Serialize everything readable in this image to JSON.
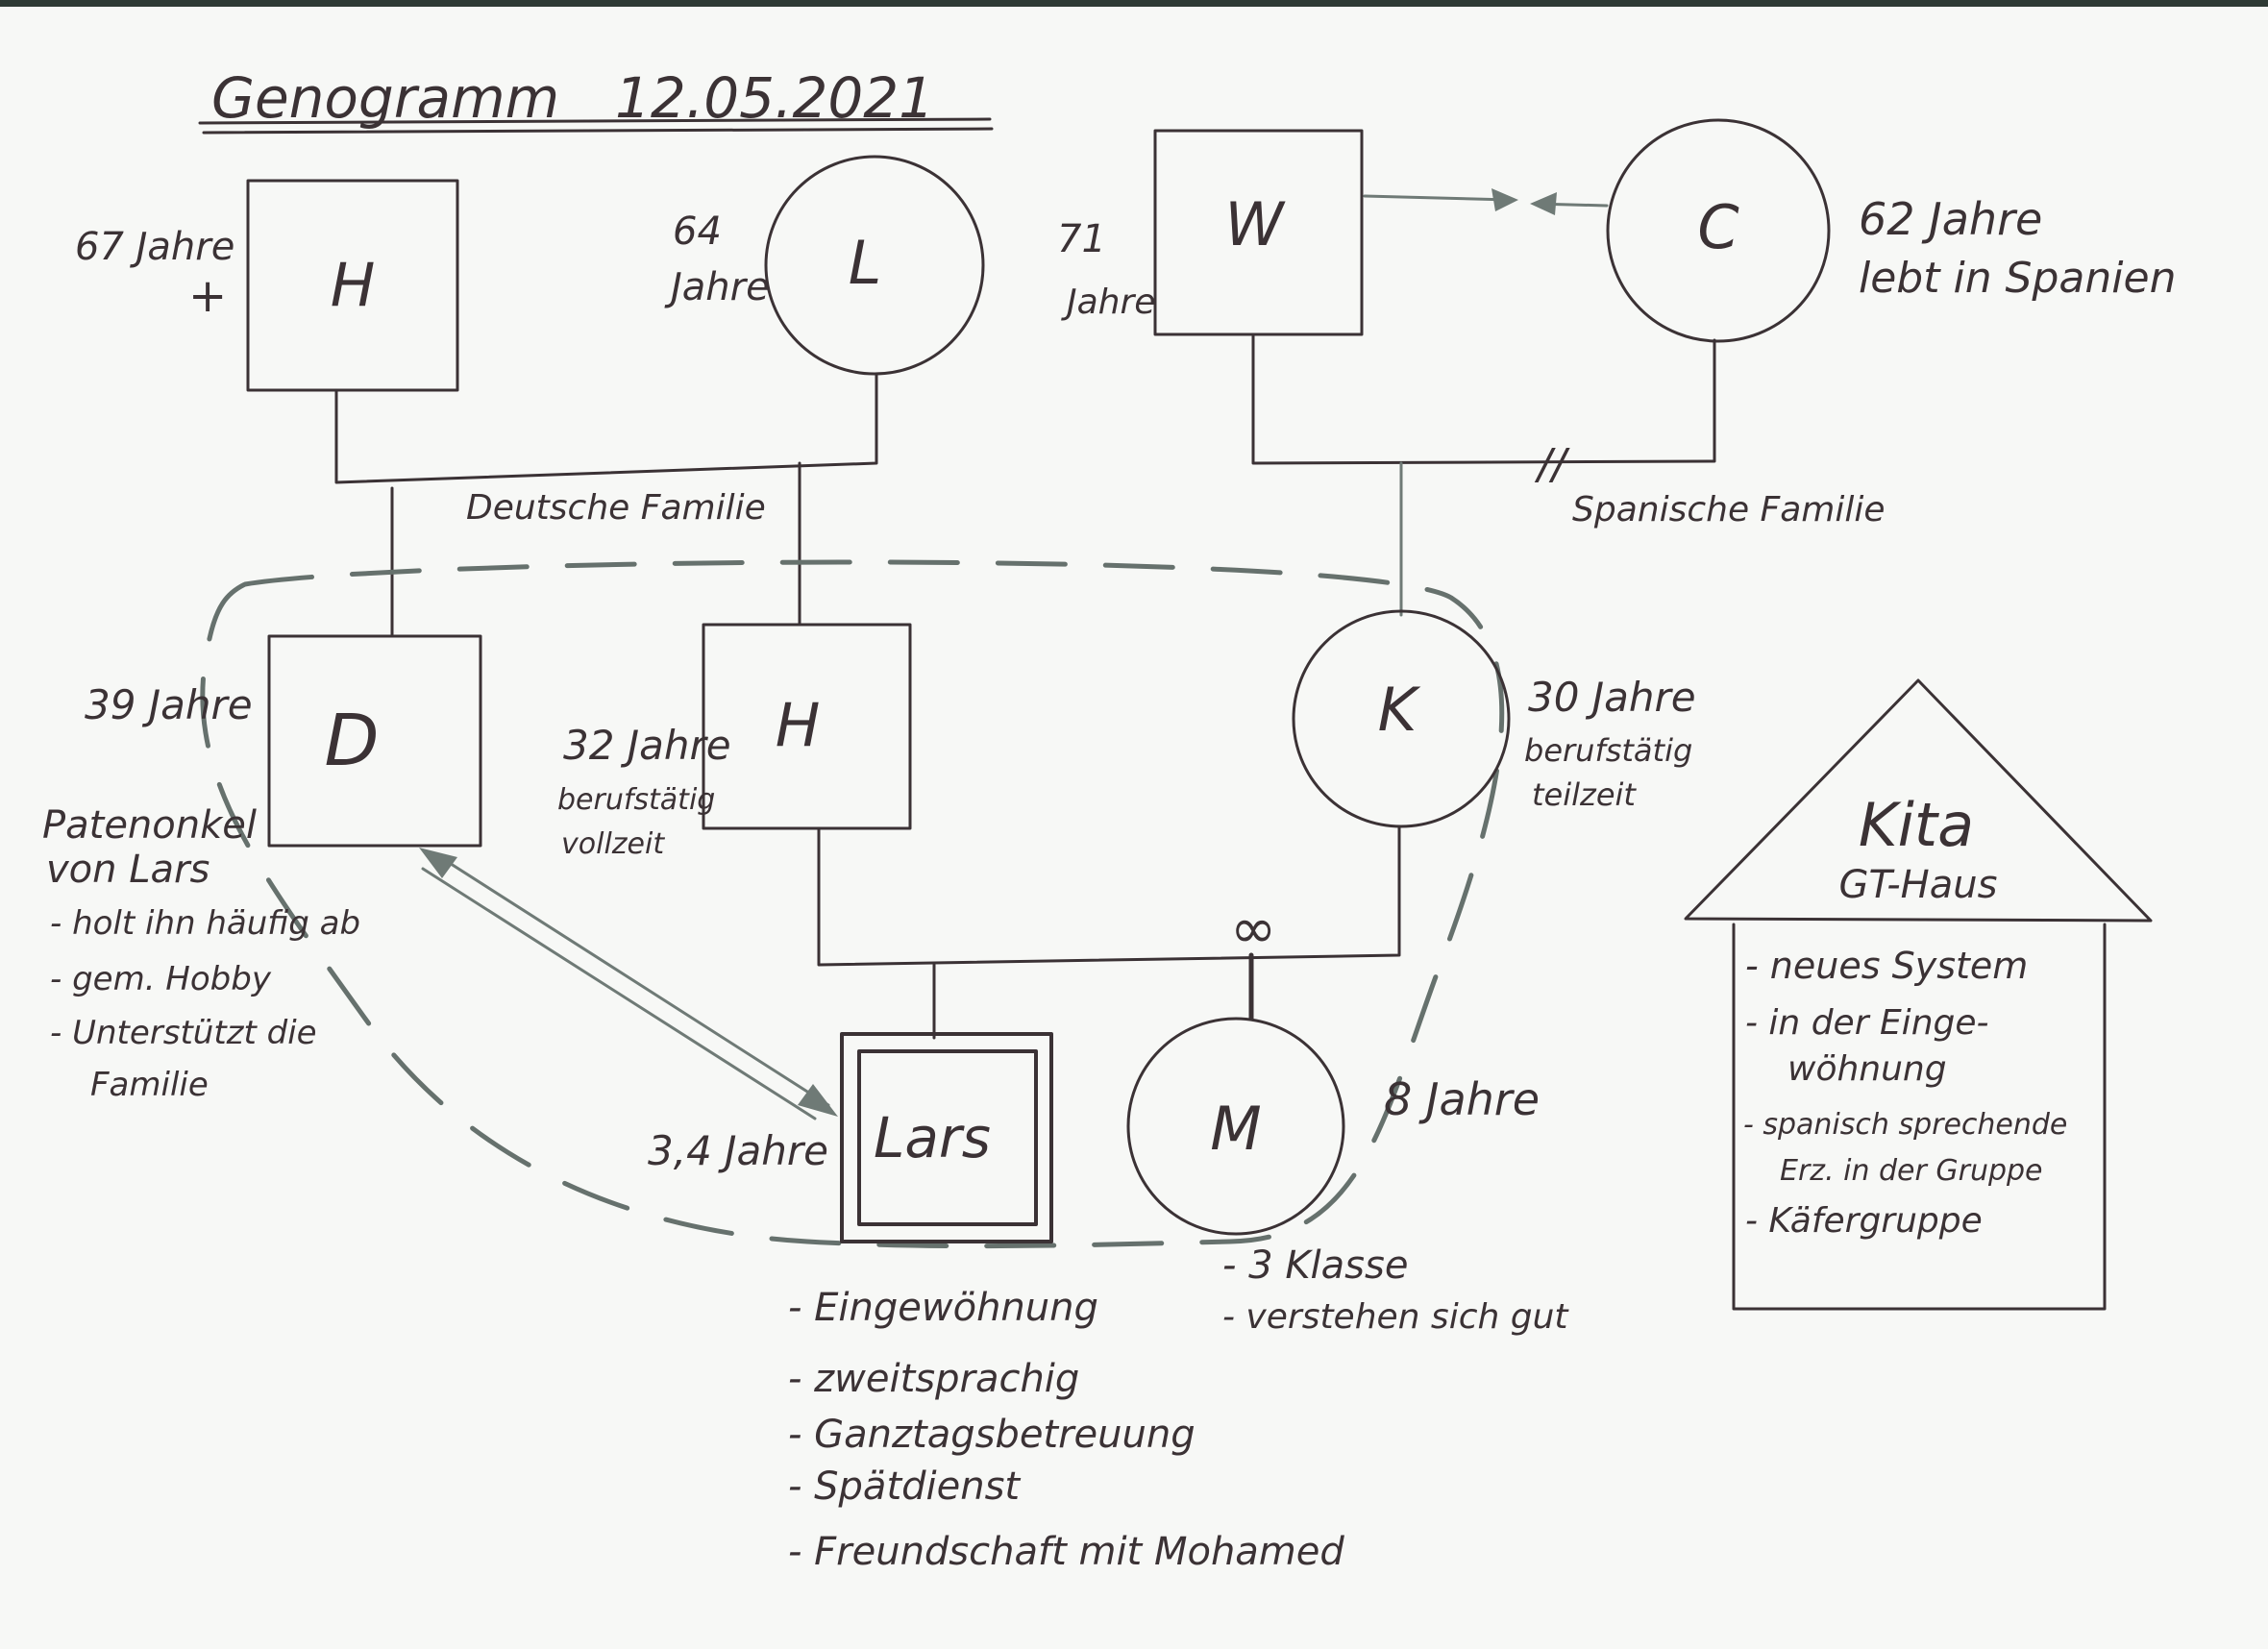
{
  "title": "Genogramm",
  "date": "12.05.2021",
  "colors": {
    "ink": "#3b3235",
    "pencil": "#6f7a76",
    "paper": "#f7f8f6"
  },
  "people": {
    "grandfather_h": {
      "symbol": "H",
      "age": "67 Jahre",
      "mark": "+"
    },
    "grandmother_l": {
      "symbol": "L",
      "age_line1": "64",
      "age_line2": "Jahre"
    },
    "grandfather_w": {
      "symbol": "W",
      "age_line1": "71",
      "age_line2": "Jahre"
    },
    "grandmother_c": {
      "symbol": "C",
      "age": "62 Jahre",
      "note": "lebt in Spanien"
    },
    "uncle_d": {
      "symbol": "D",
      "age": "39 Jahre",
      "note_line1": "Patenonkel",
      "note_line2": "von Lars",
      "bullets": [
        "- holt ihn häufig ab",
        "- gem. Hobby",
        "- Unterstützt die",
        "Familie"
      ]
    },
    "father_h": {
      "symbol": "H",
      "age": "32 Jahre",
      "note_line1": "berufstätig",
      "note_line2": "vollzeit"
    },
    "mother_k": {
      "symbol": "K",
      "age": "30 Jahre",
      "note_line1": "berufstätig",
      "note_line2": "teilzeit"
    },
    "child_lars": {
      "symbol": "Lars",
      "age": "3,4 Jahre",
      "bullets": [
        "- Eingewöhnung",
        "- zweitsprachig",
        "- Ganztagsbetreuung",
        "- Spätdienst",
        "- Freundschaft mit Mohamed"
      ]
    },
    "sibling_m": {
      "symbol": "M",
      "age": "8 Jahre",
      "bullets": [
        "- 3 Klasse",
        "- verstehen sich gut"
      ]
    }
  },
  "families": {
    "german": "Deutsche Familie",
    "spanish": "Spanische Familie"
  },
  "symbols": {
    "divorce_mark": "//",
    "infinity": "∞"
  },
  "kita": {
    "title": "Kita",
    "subtitle": "GT-Haus",
    "bullets": [
      "- neues System",
      "- in der Einge-",
      "wöhnung",
      "- spanisch sprechende",
      "Erz. in der Gruppe",
      "- Käfergruppe"
    ]
  }
}
